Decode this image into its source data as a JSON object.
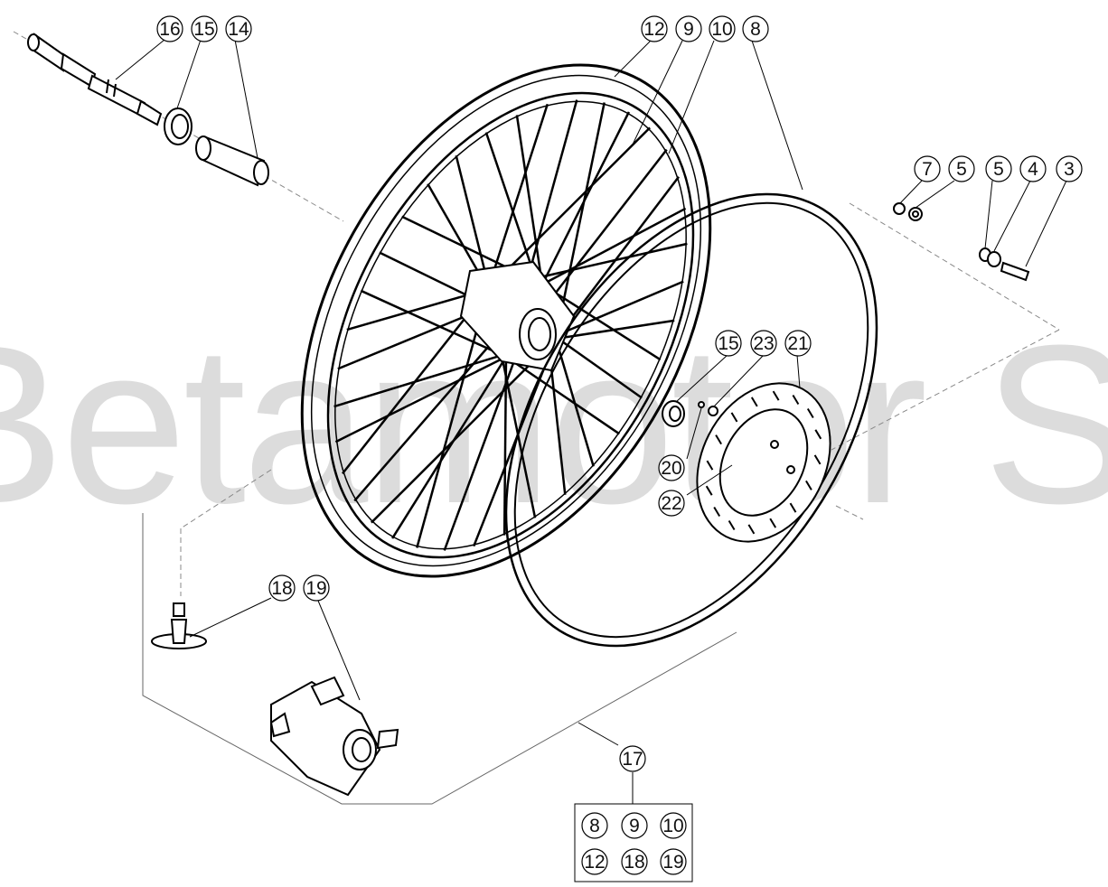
{
  "watermark": {
    "text": "Betamotor S.p.A."
  },
  "callouts": [
    {
      "id": "c16",
      "label": "16"
    },
    {
      "id": "c15a",
      "label": "15"
    },
    {
      "id": "c14",
      "label": "14"
    },
    {
      "id": "c12",
      "label": "12"
    },
    {
      "id": "c9",
      "label": "9"
    },
    {
      "id": "c10",
      "label": "10"
    },
    {
      "id": "c8",
      "label": "8"
    },
    {
      "id": "c7",
      "label": "7"
    },
    {
      "id": "c5a",
      "label": "5"
    },
    {
      "id": "c5b",
      "label": "5"
    },
    {
      "id": "c4",
      "label": "4"
    },
    {
      "id": "c3",
      "label": "3"
    },
    {
      "id": "c15b",
      "label": "15"
    },
    {
      "id": "c23",
      "label": "23"
    },
    {
      "id": "c21",
      "label": "21"
    },
    {
      "id": "c20",
      "label": "20"
    },
    {
      "id": "c22",
      "label": "22"
    },
    {
      "id": "c18",
      "label": "18"
    },
    {
      "id": "c19",
      "label": "19"
    },
    {
      "id": "c17",
      "label": "17"
    }
  ],
  "kit_box": {
    "items": [
      "8",
      "9",
      "10",
      "12",
      "18",
      "19"
    ]
  },
  "colors": {
    "line": "#000000",
    "watermark": "#dcdcdc",
    "paper": "#ffffff"
  }
}
